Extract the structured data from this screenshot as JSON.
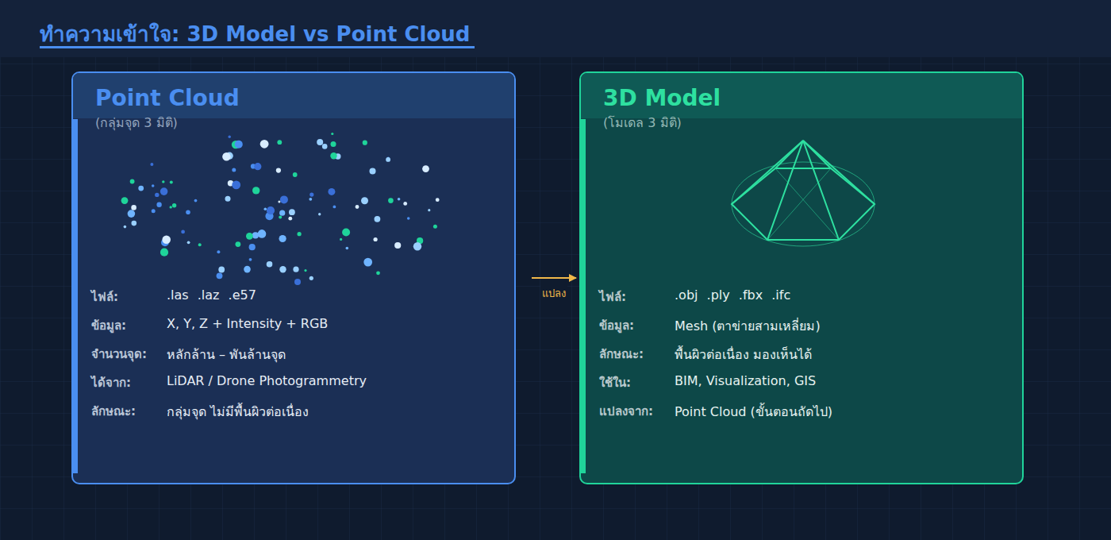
{
  "diagram": {
    "title": "ทำความเข้าใจ: 3D Model vs Point Cloud",
    "nodes": [
      {
        "text": [
          "Point Cloud",
          "(กลุ่มจุด 3 มิติ)",
          "ไฟล์:",
          ".las .laz .e57",
          "ข้อมูล:",
          "X, Y, Z + Intensity + RGB",
          "จำนวนจุด:",
          "หลักล้าน – พันล้านจุด",
          "ได้จาก:",
          "LiDAR / Drone Photogrammetry",
          "ลักษณะ:",
          "กลุ่มจุด ไม่มีพื้นผิวต่อเนื่อง"
        ]
      },
      {
        "text": [
          "3D Model",
          "(โมเดล 3 มิติ)",
          "ไฟล์:",
          ".obj .ply .fbx .ifc",
          "ข้อมูล:",
          "Mesh (ตาข่ายสามเหลี่ยม)",
          "ลักษณะ:",
          "พื้นผิวต่อเนื่อง มองเห็นได้",
          "ใช้ใน:",
          "BIM, Visualization, GIS",
          "แปลงจาก:",
          "Point Cloud (ขั้นตอนถัดไป)"
        ]
      }
    ],
    "edges": [
      {
        "from": 0,
        "to": 1,
        "arrow": "to",
        "label": "แปลง"
      }
    ]
  }
}
